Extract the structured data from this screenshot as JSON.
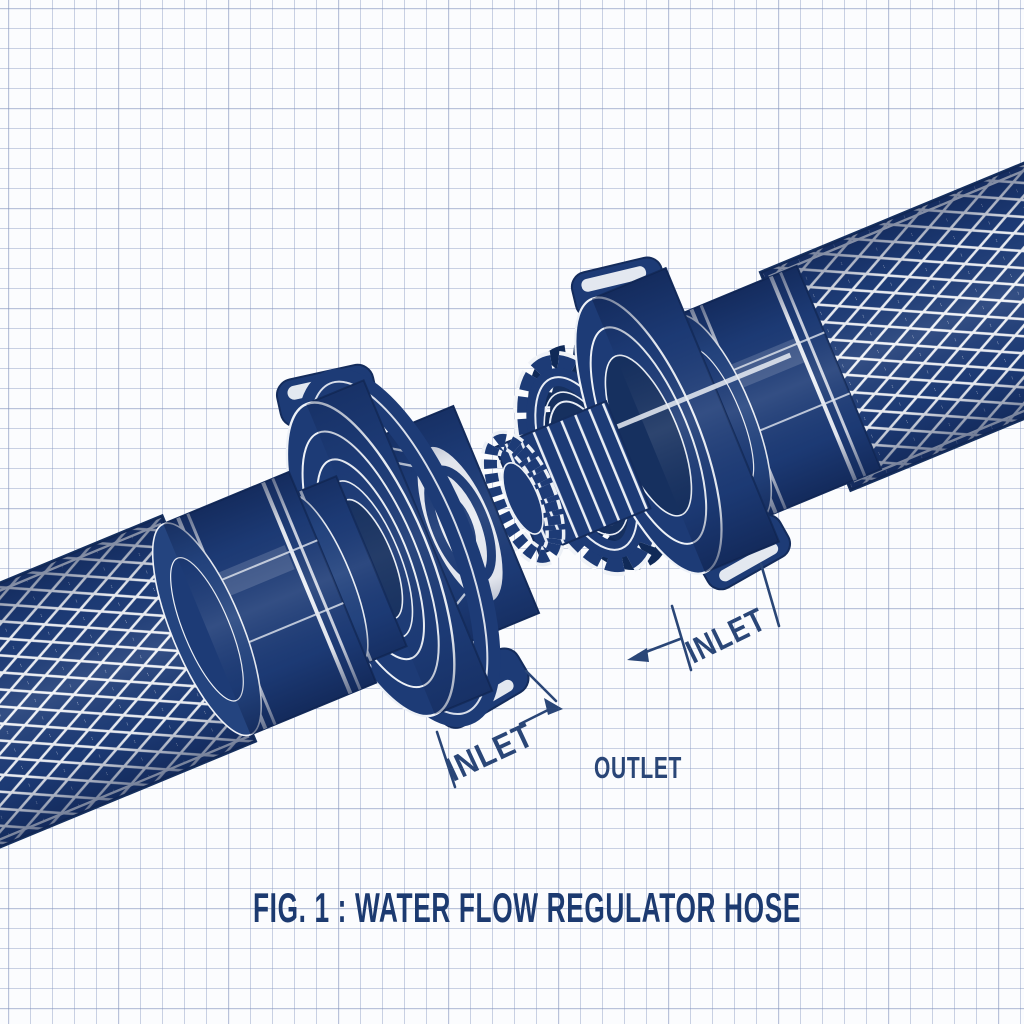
{
  "figure": {
    "caption": "FIG. 1 : WATER FLOW REGULATOR HOSE"
  },
  "labels": {
    "inlet_center": "INLET",
    "inlet_right": "INLET",
    "outlet": "OUTLET"
  },
  "colors": {
    "ink": "#1d3b76",
    "ink_dark": "#142c5c",
    "ink_deep": "#16305f",
    "highlight_white": "#eef1f7",
    "label_text": "#2a4677",
    "caption_text": "#1c3a70",
    "grid_line": "#c9d1e2",
    "paper": "#fbfcfe"
  }
}
